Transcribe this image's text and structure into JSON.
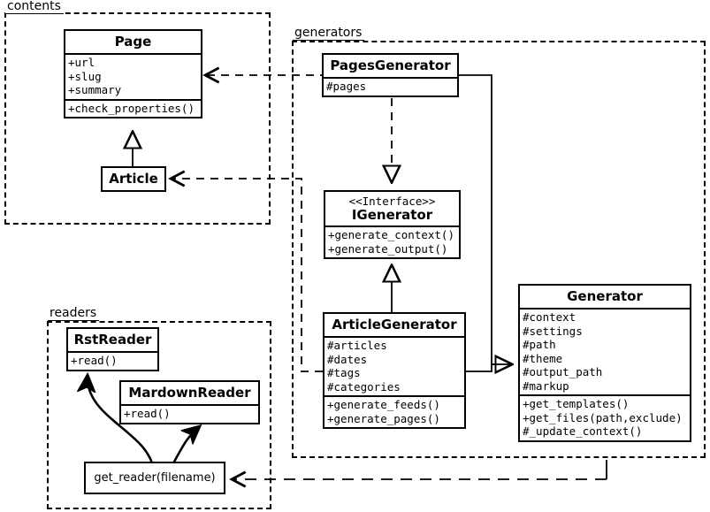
{
  "diagram": {
    "kind": "uml-class-diagram",
    "packages": [
      {
        "id": "contents",
        "label": "contents"
      },
      {
        "id": "generators",
        "label": "generators"
      },
      {
        "id": "readers",
        "label": "readers"
      }
    ],
    "classes": [
      {
        "id": "page",
        "name": "Page",
        "stereotype": "",
        "attributes": [
          "+url",
          "+slug",
          "+summary"
        ],
        "methods": [
          "+check_properties()"
        ]
      },
      {
        "id": "article",
        "name": "Article",
        "stereotype": "",
        "attributes": [],
        "methods": []
      },
      {
        "id": "pages-generator",
        "name": "PagesGenerator",
        "stereotype": "",
        "attributes": [
          "#pages"
        ],
        "methods": []
      },
      {
        "id": "igenerator",
        "name": "IGenerator",
        "stereotype": "<<Interface>>",
        "attributes": [],
        "methods": [
          "+generate_context()",
          "+generate_output()"
        ]
      },
      {
        "id": "article-generator",
        "name": "ArticleGenerator",
        "stereotype": "",
        "attributes": [
          "#articles",
          "#dates",
          "#tags",
          "#categories"
        ],
        "methods": [
          "+generate_feeds()",
          "+generate_pages()"
        ]
      },
      {
        "id": "generator",
        "name": "Generator",
        "stereotype": "",
        "attributes": [
          "#context",
          "#settings",
          "#path",
          "#theme",
          "#output_path",
          "#markup"
        ],
        "methods": [
          "+get_templates()",
          "+get_files(path,exclude)",
          "#_update_context()"
        ]
      },
      {
        "id": "rst-reader",
        "name": "RstReader",
        "stereotype": "",
        "attributes": [],
        "methods": [
          "+read()"
        ]
      },
      {
        "id": "mardown-reader",
        "name": "MardownReader",
        "stereotype": "",
        "attributes": [],
        "methods": [
          "+read()"
        ]
      }
    ],
    "functions": [
      {
        "id": "get-reader",
        "label": "get_reader(filename)"
      }
    ],
    "relationships": [
      {
        "from": "pages-generator",
        "to": "page",
        "type": "dependency"
      },
      {
        "from": "article-generator",
        "to": "article",
        "type": "dependency"
      },
      {
        "from": "article",
        "to": "page",
        "type": "generalization"
      },
      {
        "from": "pages-generator",
        "to": "igenerator",
        "type": "realization"
      },
      {
        "from": "article-generator",
        "to": "igenerator",
        "type": "generalization"
      },
      {
        "from": "pages-generator",
        "to": "generator",
        "type": "generalization"
      },
      {
        "from": "article-generator",
        "to": "generator",
        "type": "generalization"
      },
      {
        "from": "generator",
        "to": "get-reader",
        "type": "dependency"
      },
      {
        "from": "get-reader",
        "to": "rst-reader",
        "type": "creates"
      },
      {
        "from": "get-reader",
        "to": "mardown-reader",
        "type": "creates"
      }
    ],
    "colors": {
      "stroke": "#000000",
      "background": "#ffffff"
    }
  }
}
